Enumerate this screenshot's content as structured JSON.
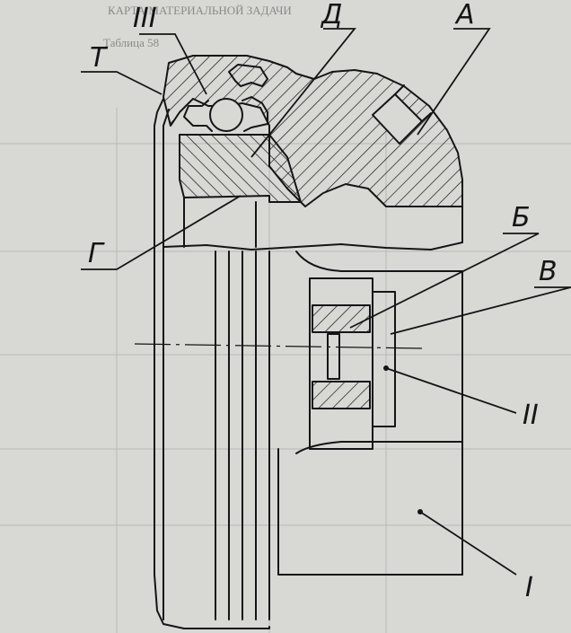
{
  "background_color": "#d8d8d5",
  "ink_color": "#151515",
  "callouts": {
    "iii": "III",
    "d": "Д",
    "a": "А",
    "t": "Т",
    "b": "Б",
    "v": "В",
    "g": "Г",
    "ii": "II",
    "i": "I"
  },
  "background_form": {
    "top_line": "КАРТА МАТЕРИАЛЬНОЙ ЗАДАЧИ",
    "table_label": "Таблица 58"
  }
}
